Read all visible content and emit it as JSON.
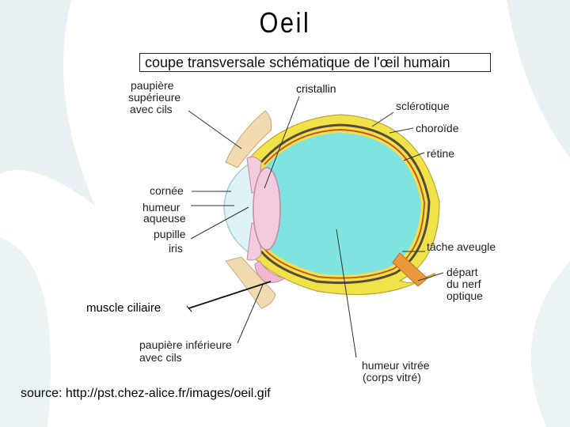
{
  "slide": {
    "title": "Oeil",
    "diagram_title": "coupe transversale schématique de l'œil humain",
    "source": "source: http://pst.chez-alice.fr/images/oeil.gif"
  },
  "labels": {
    "paupiere_sup": [
      "paupière",
      "supérieure",
      "avec cils"
    ],
    "cristallin": "cristallin",
    "sclerotique": "sclérotique",
    "choroide": "choroïde",
    "retine": "rétine",
    "cornee": "cornée",
    "humeur_aqueuse": [
      "humeur",
      "aqueuse"
    ],
    "pupille": "pupille",
    "iris": "iris",
    "tache_aveugle": "tâche aveugle",
    "nerf_optique": [
      "départ",
      "du nerf",
      "optique"
    ],
    "muscle_ciliaire": "muscle ciliaire",
    "paupiere_inf": [
      "paupière inférieure",
      "avec cils"
    ],
    "humeur_vitree": [
      "humeur vitrée",
      "(corps vitré)"
    ]
  },
  "colors": {
    "vitreous": "#7fe3df",
    "sclera": "#f2e24a",
    "choroid": "#5a4a3a",
    "lens": "#f2cbdc",
    "aqueous": "#dff3f6",
    "eyelid": "#f1d9b0"
  }
}
